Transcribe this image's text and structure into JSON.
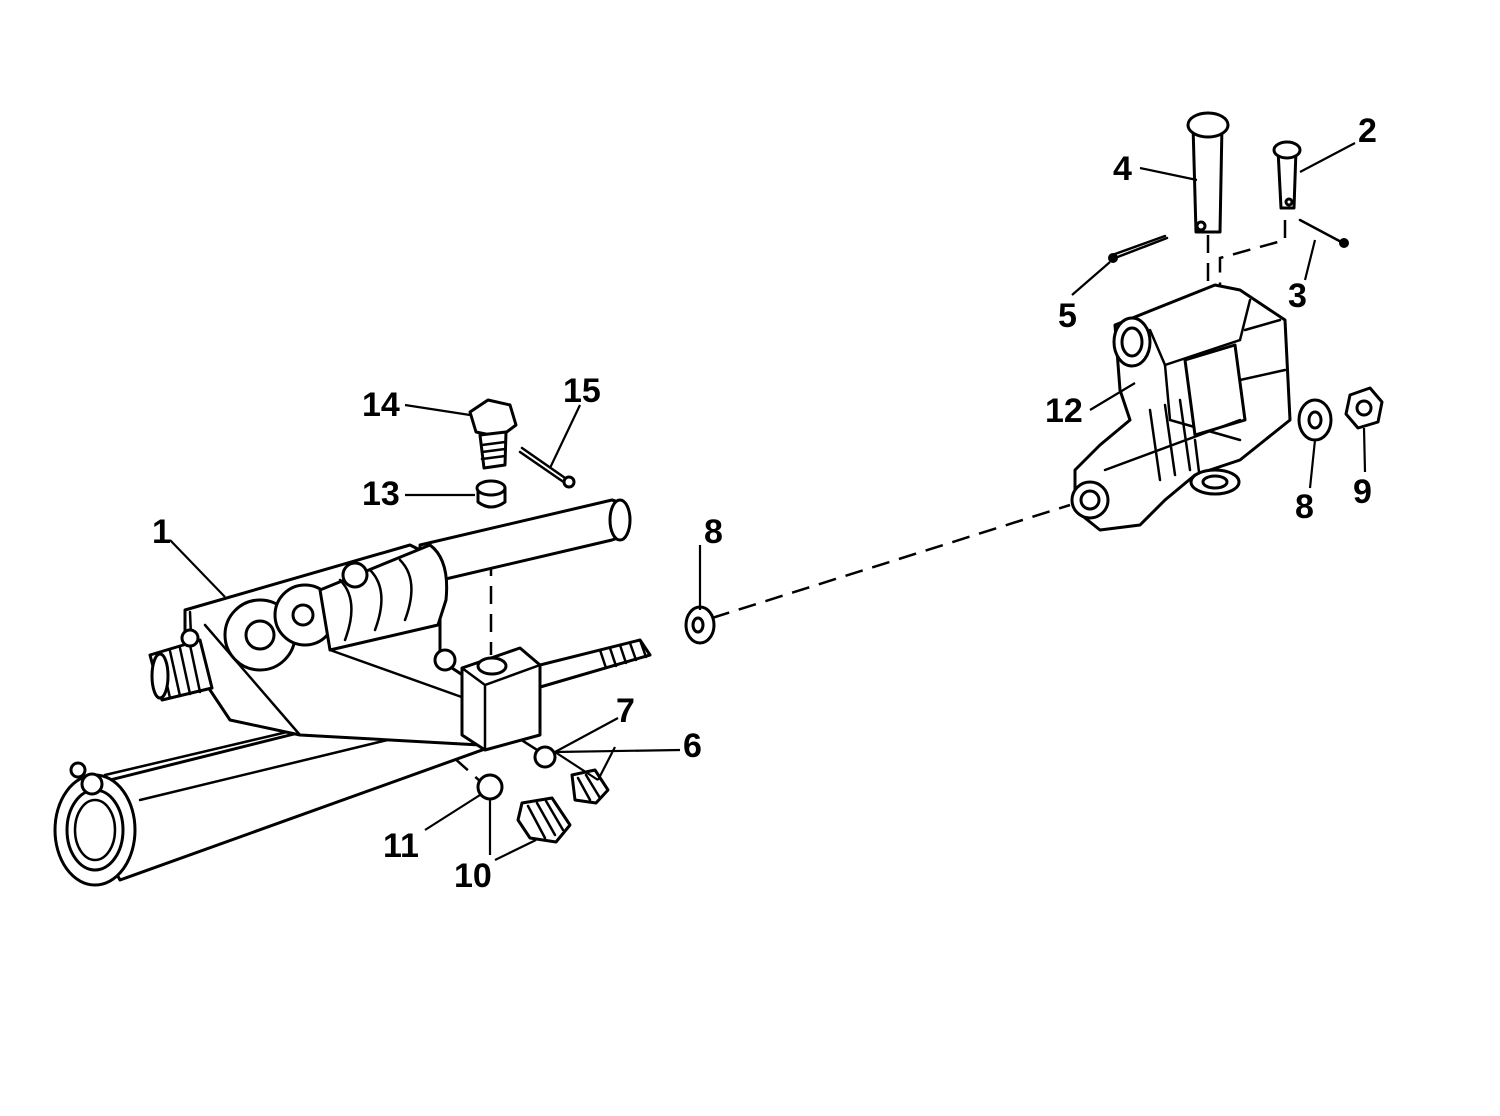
{
  "callouts": {
    "n1": "1",
    "n2": "2",
    "n3": "3",
    "n4": "4",
    "n5": "5",
    "n6": "6",
    "n7": "7",
    "n8a": "8",
    "n8b": "8",
    "n9": "9",
    "n10": "10",
    "n11": "11",
    "n12": "12",
    "n13": "13",
    "n14": "14",
    "n15": "15"
  },
  "colors": {
    "ink": "#000000",
    "paper": "#ffffff"
  }
}
